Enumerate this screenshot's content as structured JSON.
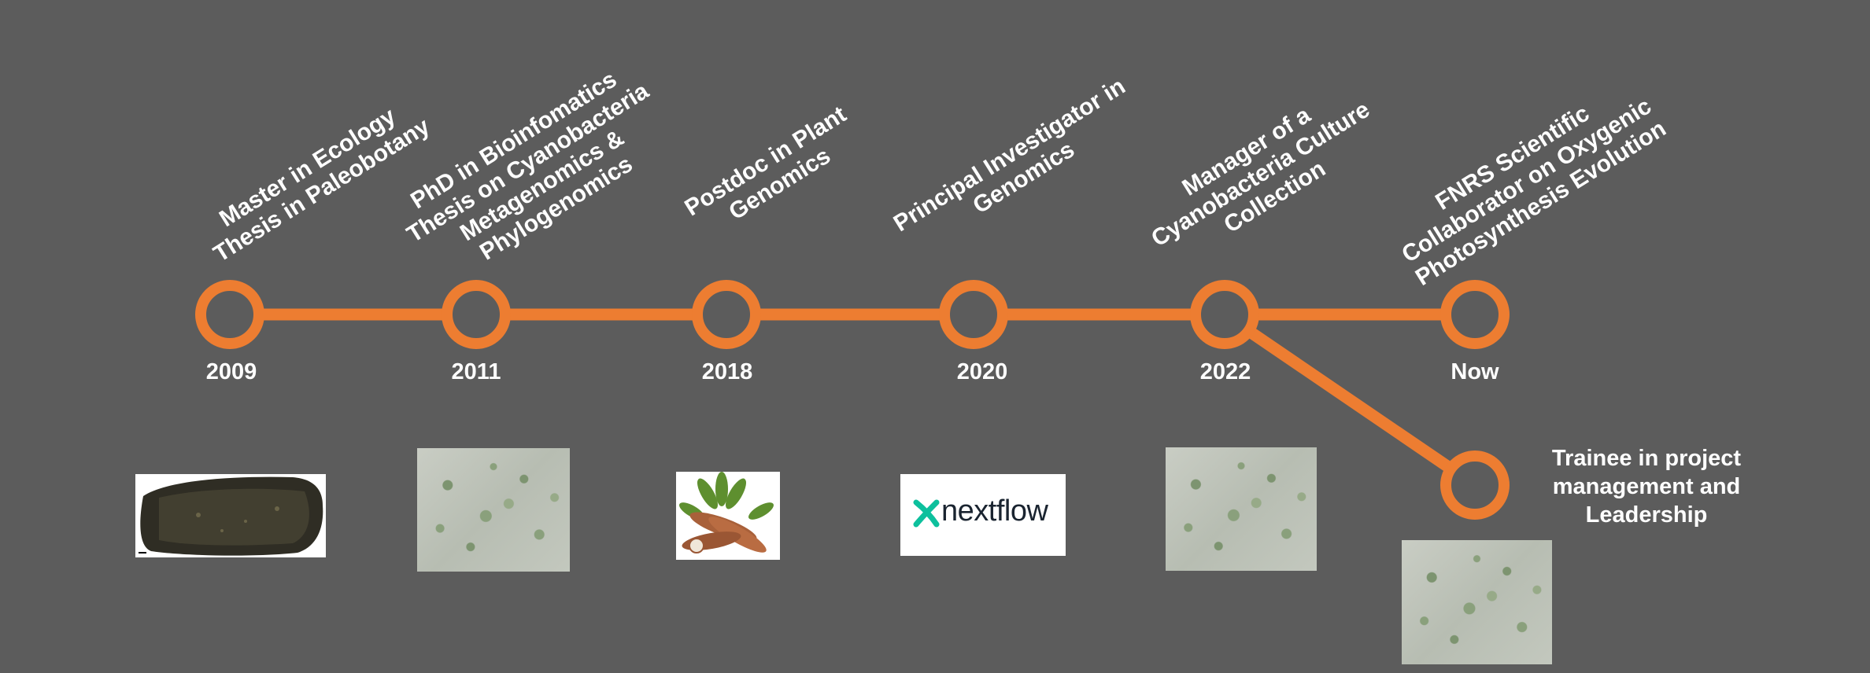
{
  "colors": {
    "background": "#5c5c5c",
    "accent": "#ed7d31",
    "text": "#ffffff"
  },
  "milestones": [
    {
      "year": "2009",
      "title_lines": [
        "Master in Ecology",
        "Thesis in Paleobotany"
      ],
      "image": "fossil-image"
    },
    {
      "year": "2011",
      "title_lines": [
        "PhD in Bioinfomatics",
        "Thesis on Cyanobacteria",
        "Metagenomics &",
        "Phylogenomics"
      ],
      "image": "cyanobacteria-microscopy-image"
    },
    {
      "year": "2018",
      "title_lines": [
        "Postdoc in Plant",
        "Genomics"
      ],
      "image": "cassava-image"
    },
    {
      "year": "2020",
      "title_lines": [
        "Principal Investigator in",
        "Genomics"
      ],
      "image": "nextflow-logo"
    },
    {
      "year": "2022",
      "title_lines": [
        "Manager of a",
        "Cyanobacteria Culture",
        "Collection"
      ],
      "image": "cyanobacteria-microscopy-image"
    },
    {
      "year": "Now",
      "title_lines": [
        "FNRS Scientific",
        "Collaborator on Oxygenic",
        "Photosynthesis Evolution"
      ]
    }
  ],
  "branch": {
    "title_lines": [
      "Trainee in project",
      "management and",
      "Leadership"
    ],
    "image": "cyanobacteria-microscopy-image"
  },
  "logos": {
    "nextflow_text": "nextflow"
  }
}
